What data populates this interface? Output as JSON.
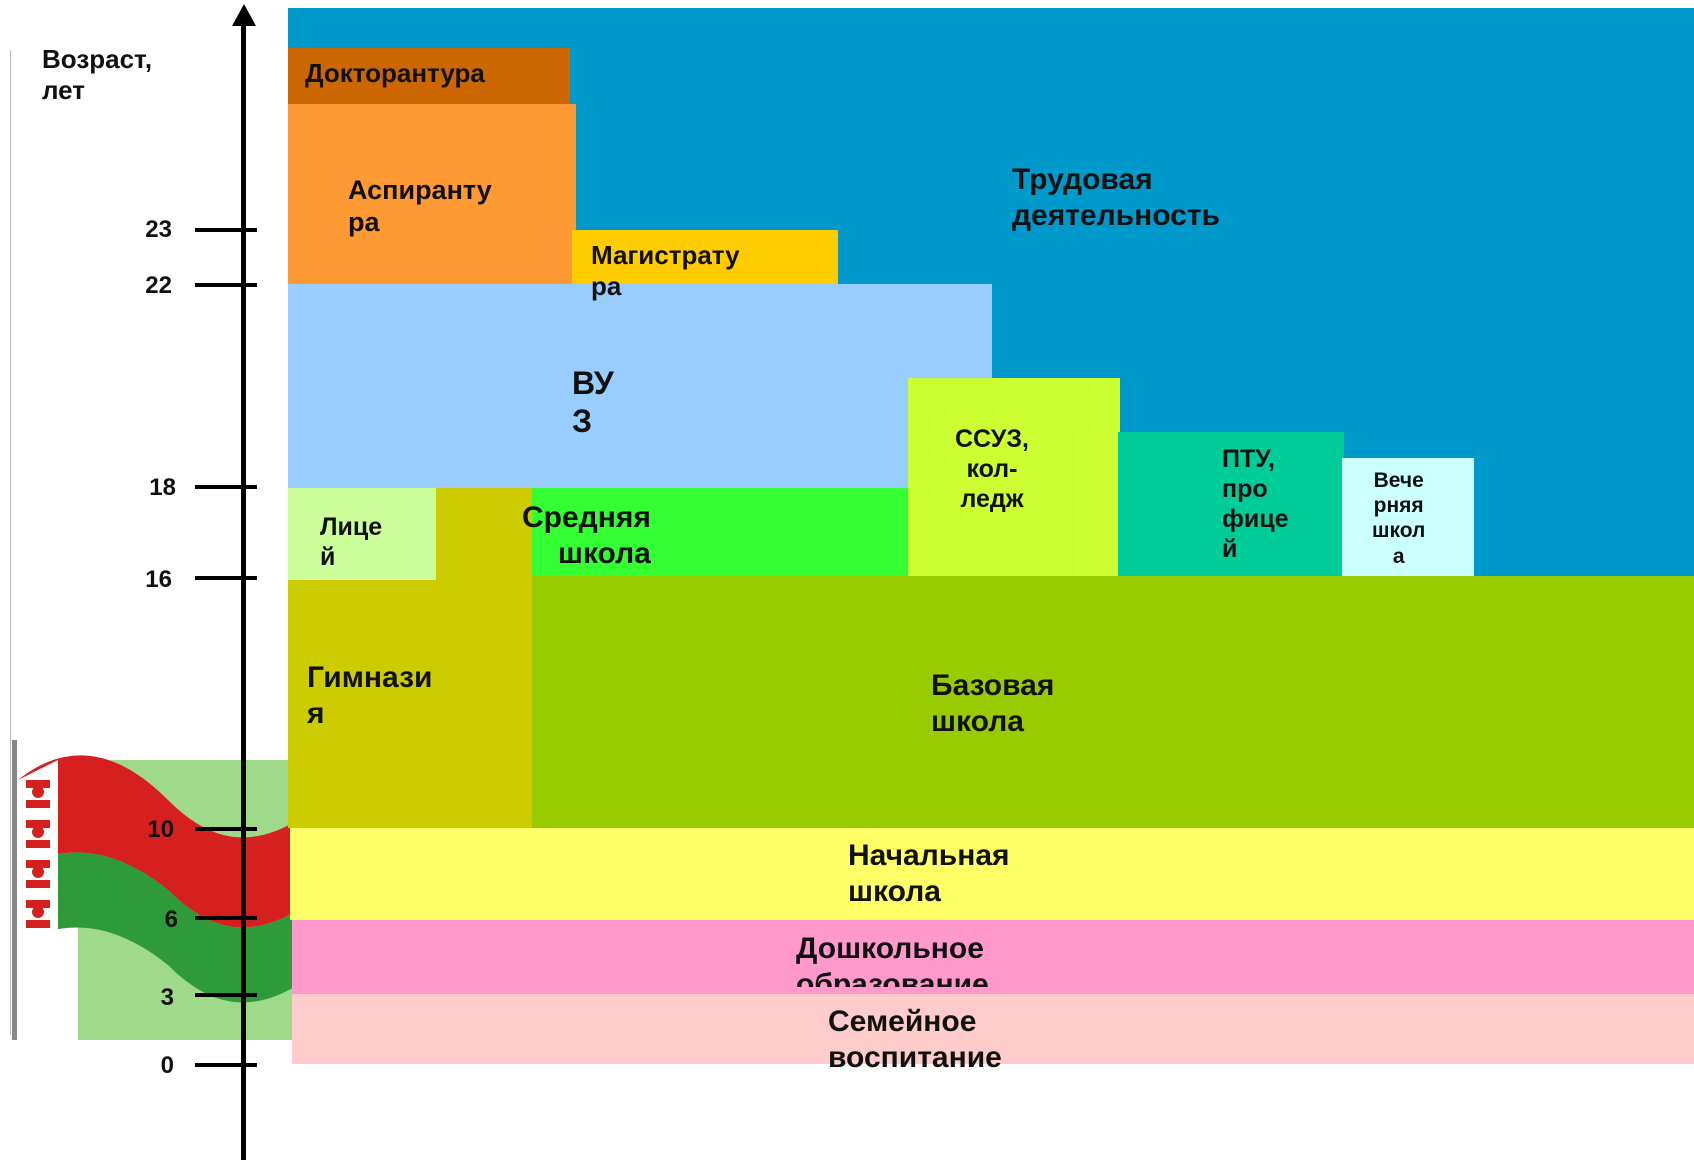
{
  "axis": {
    "title": "Возраст,\nлет",
    "ticks": [
      "23",
      "22",
      "18",
      "16",
      "10",
      "6",
      "3",
      "0"
    ]
  },
  "blocks": {
    "labor": "Трудовая\nдеятельность",
    "doctoral": "Докторантура",
    "postgrad": "Аспиранту\nра",
    "masters": "Магистрату\nра",
    "university": "ВУ\nЗ",
    "college": "ССУЗ,\nкол-\nледж",
    "vocational": "ПТУ,\nпро\nфице\nй",
    "evening": "Вече\nрняя\nшкол\nа",
    "lyceum": "Лице\nй",
    "secondary": "Средняя\nшкола",
    "gymnasium": "Гимнази\nя",
    "basic": "Базовая\nшкола",
    "primary": "Начальная\nшкола",
    "preschool": "Дошкольное\nобразование",
    "family": "Семейное\nвоспитание"
  },
  "colors": {
    "labor": "#0099CC",
    "doctoral": "#CC6600",
    "postgrad": "#FF9933",
    "masters": "#FFCC00",
    "university": "#99CCFF",
    "college": "#CCFF33",
    "vocational": "#00CC99",
    "evening": "#CCFFFF",
    "lyceum": "#CCFF99",
    "secondary": "#33FF33",
    "gymnasium": "#CCCC00",
    "basic": "#99CC00",
    "primary": "#FFFF66",
    "preschool": "#FF99CC",
    "family": "#FFCCCC"
  },
  "flag_icon": "belarus-flag-icon"
}
